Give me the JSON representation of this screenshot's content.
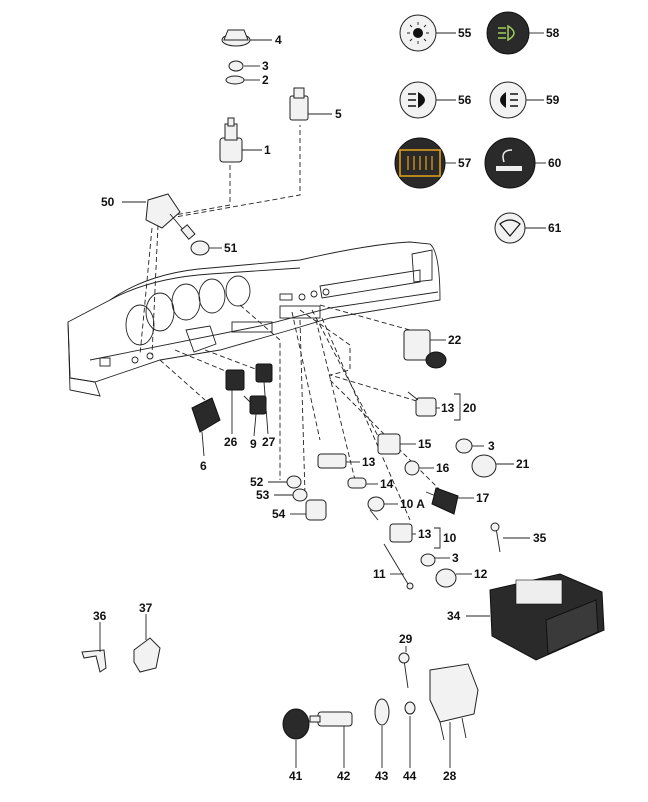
{
  "labels": [
    {
      "id": "p4",
      "text": "4"
    },
    {
      "id": "p3a",
      "text": "3"
    },
    {
      "id": "p2",
      "text": "2"
    },
    {
      "id": "p5",
      "text": "5"
    },
    {
      "id": "p1",
      "text": "1"
    },
    {
      "id": "p50",
      "text": "50"
    },
    {
      "id": "p51",
      "text": "51"
    },
    {
      "id": "p55",
      "text": "55"
    },
    {
      "id": "p58",
      "text": "58"
    },
    {
      "id": "p56",
      "text": "56"
    },
    {
      "id": "p59",
      "text": "59"
    },
    {
      "id": "p57",
      "text": "57"
    },
    {
      "id": "p60",
      "text": "60"
    },
    {
      "id": "p61",
      "text": "61"
    },
    {
      "id": "p22",
      "text": "22"
    },
    {
      "id": "p13a",
      "text": "13"
    },
    {
      "id": "p20",
      "text": "20"
    },
    {
      "id": "p15",
      "text": "15"
    },
    {
      "id": "p3b",
      "text": "3"
    },
    {
      "id": "p13b",
      "text": "13"
    },
    {
      "id": "p16",
      "text": "16"
    },
    {
      "id": "p21",
      "text": "21"
    },
    {
      "id": "p14",
      "text": "14"
    },
    {
      "id": "p10a",
      "text": "10 A"
    },
    {
      "id": "p17",
      "text": "17"
    },
    {
      "id": "p13c",
      "text": "13"
    },
    {
      "id": "p10",
      "text": "10"
    },
    {
      "id": "p35",
      "text": "35"
    },
    {
      "id": "p3c",
      "text": "3"
    },
    {
      "id": "p11",
      "text": "11"
    },
    {
      "id": "p12",
      "text": "12"
    },
    {
      "id": "p34",
      "text": "34"
    },
    {
      "id": "p52",
      "text": "52"
    },
    {
      "id": "p53",
      "text": "53"
    },
    {
      "id": "p54",
      "text": "54"
    },
    {
      "id": "p6",
      "text": "6"
    },
    {
      "id": "p26",
      "text": "26"
    },
    {
      "id": "p9",
      "text": "9"
    },
    {
      "id": "p27",
      "text": "27"
    },
    {
      "id": "p36",
      "text": "36"
    },
    {
      "id": "p37",
      "text": "37"
    },
    {
      "id": "p29",
      "text": "29"
    },
    {
      "id": "p41",
      "text": "41"
    },
    {
      "id": "p42",
      "text": "42"
    },
    {
      "id": "p43",
      "text": "43"
    },
    {
      "id": "p44",
      "text": "44"
    },
    {
      "id": "p28",
      "text": "28"
    }
  ],
  "colors": {
    "ink": "#222222",
    "switch_dark": "#2a2a2a",
    "fog_green": "#9fce5e",
    "defrost_amber": "#e8a31a"
  },
  "icons": [
    "light-icon",
    "fog-light-icon",
    "headlight-icon",
    "rear-fog-icon",
    "rear-defrost-icon",
    "cigarette-lighter-icon",
    "fan-icon"
  ]
}
